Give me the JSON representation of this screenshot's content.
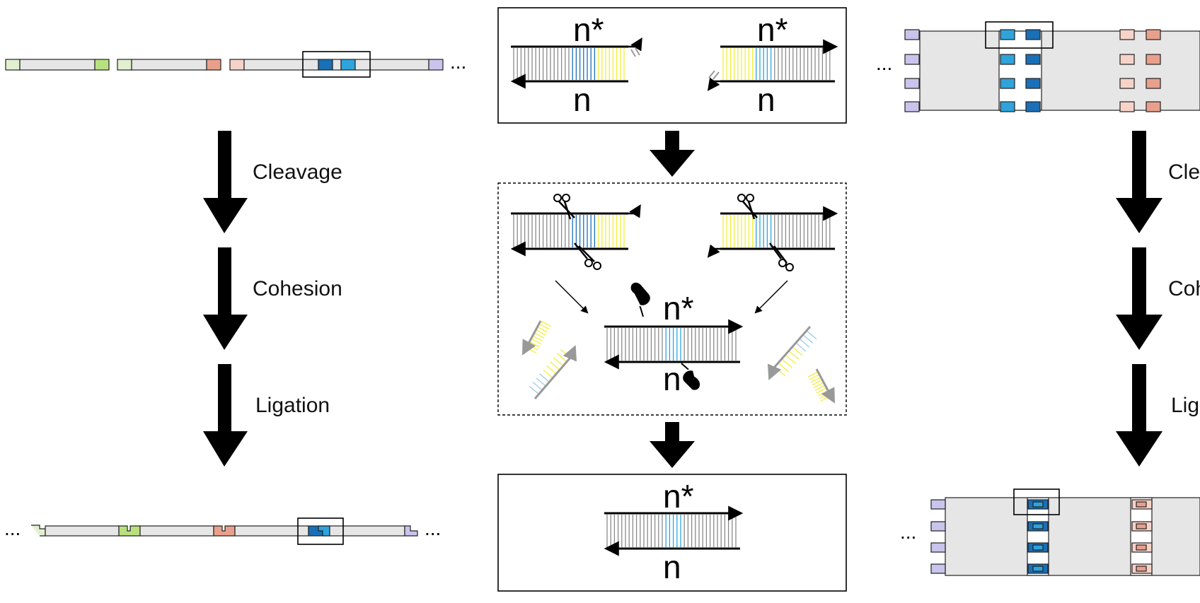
{
  "steps": {
    "cleavage": "Cleavage",
    "cohesion": "Cohesion",
    "ligation": "Ligation",
    "cleavage_right": "Cle",
    "cohesion_right": "Coh",
    "ligation_right": "Lig"
  },
  "strands": {
    "top": "n*",
    "bottom": "n"
  },
  "ellipsis": "...",
  "colors": {
    "segment_fill": "#e6e6e6",
    "green": "#b9e07e",
    "green_light": "#e2f0cf",
    "salmon": "#e8a08c",
    "salmon_light": "#f6d3c9",
    "lavender": "#c8c4ec",
    "blue_dark": "#1a6fb6",
    "blue_light": "#2fa3dc",
    "yellow": "#f3ee3a",
    "gray": "#8a8a8a"
  }
}
